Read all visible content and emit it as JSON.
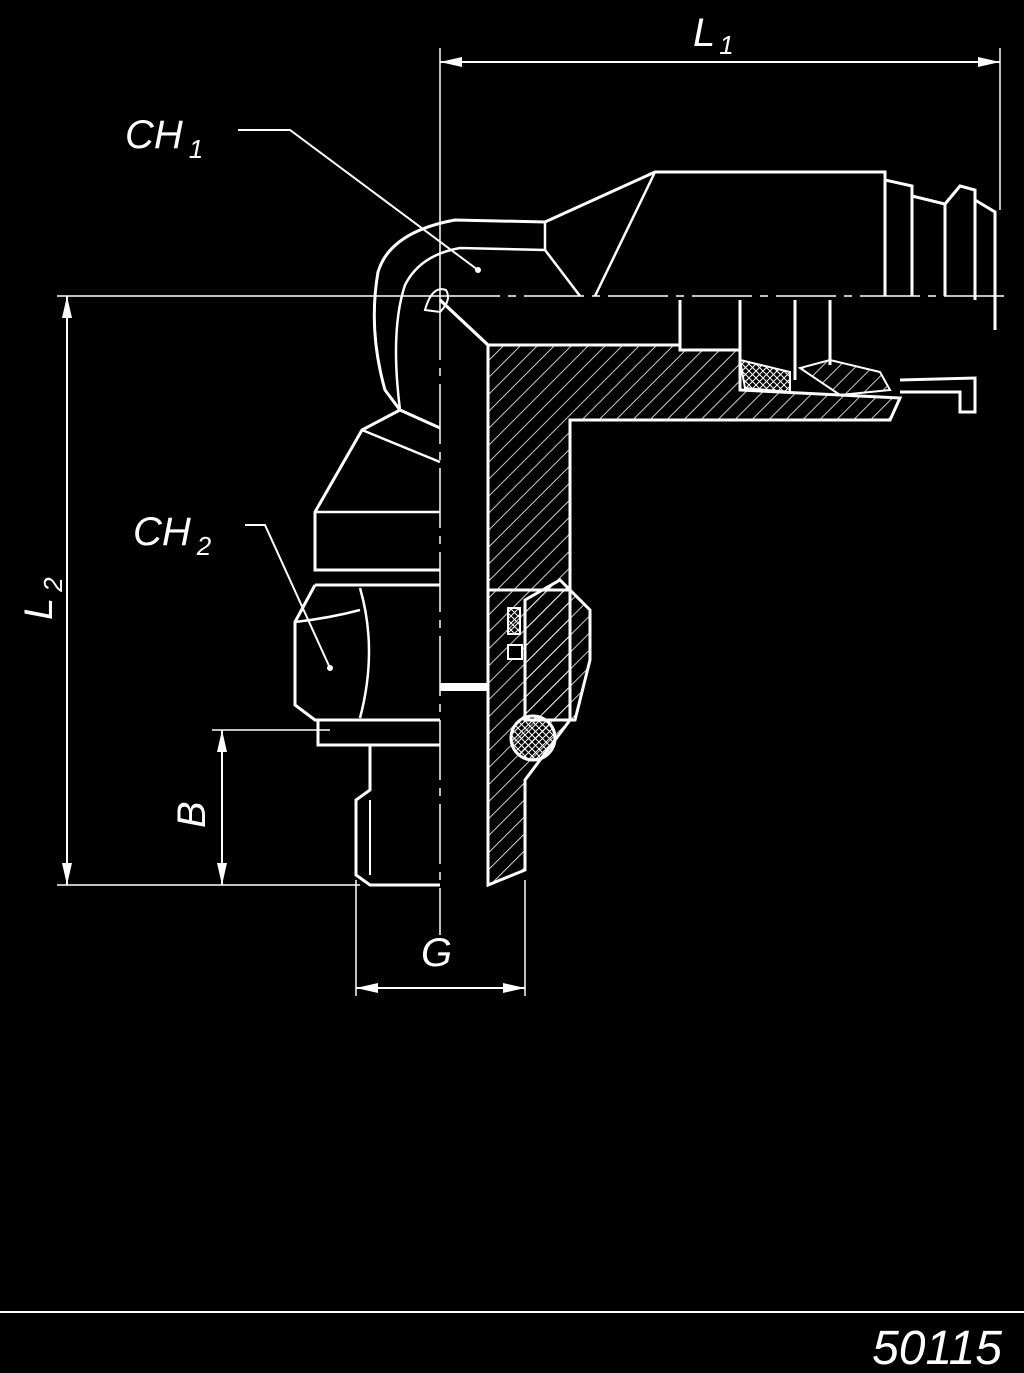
{
  "labels": {
    "l1_main": "L",
    "l1_sub": "1",
    "ch1_main": "CH",
    "ch1_sub": "1",
    "ch2_main": "CH",
    "ch2_sub": "2",
    "l2_main": "L",
    "l2_sub": "2",
    "b": "B",
    "g": "G"
  },
  "part_number": "50115",
  "colors": {
    "background": "#000000",
    "lines": "#ffffff"
  }
}
